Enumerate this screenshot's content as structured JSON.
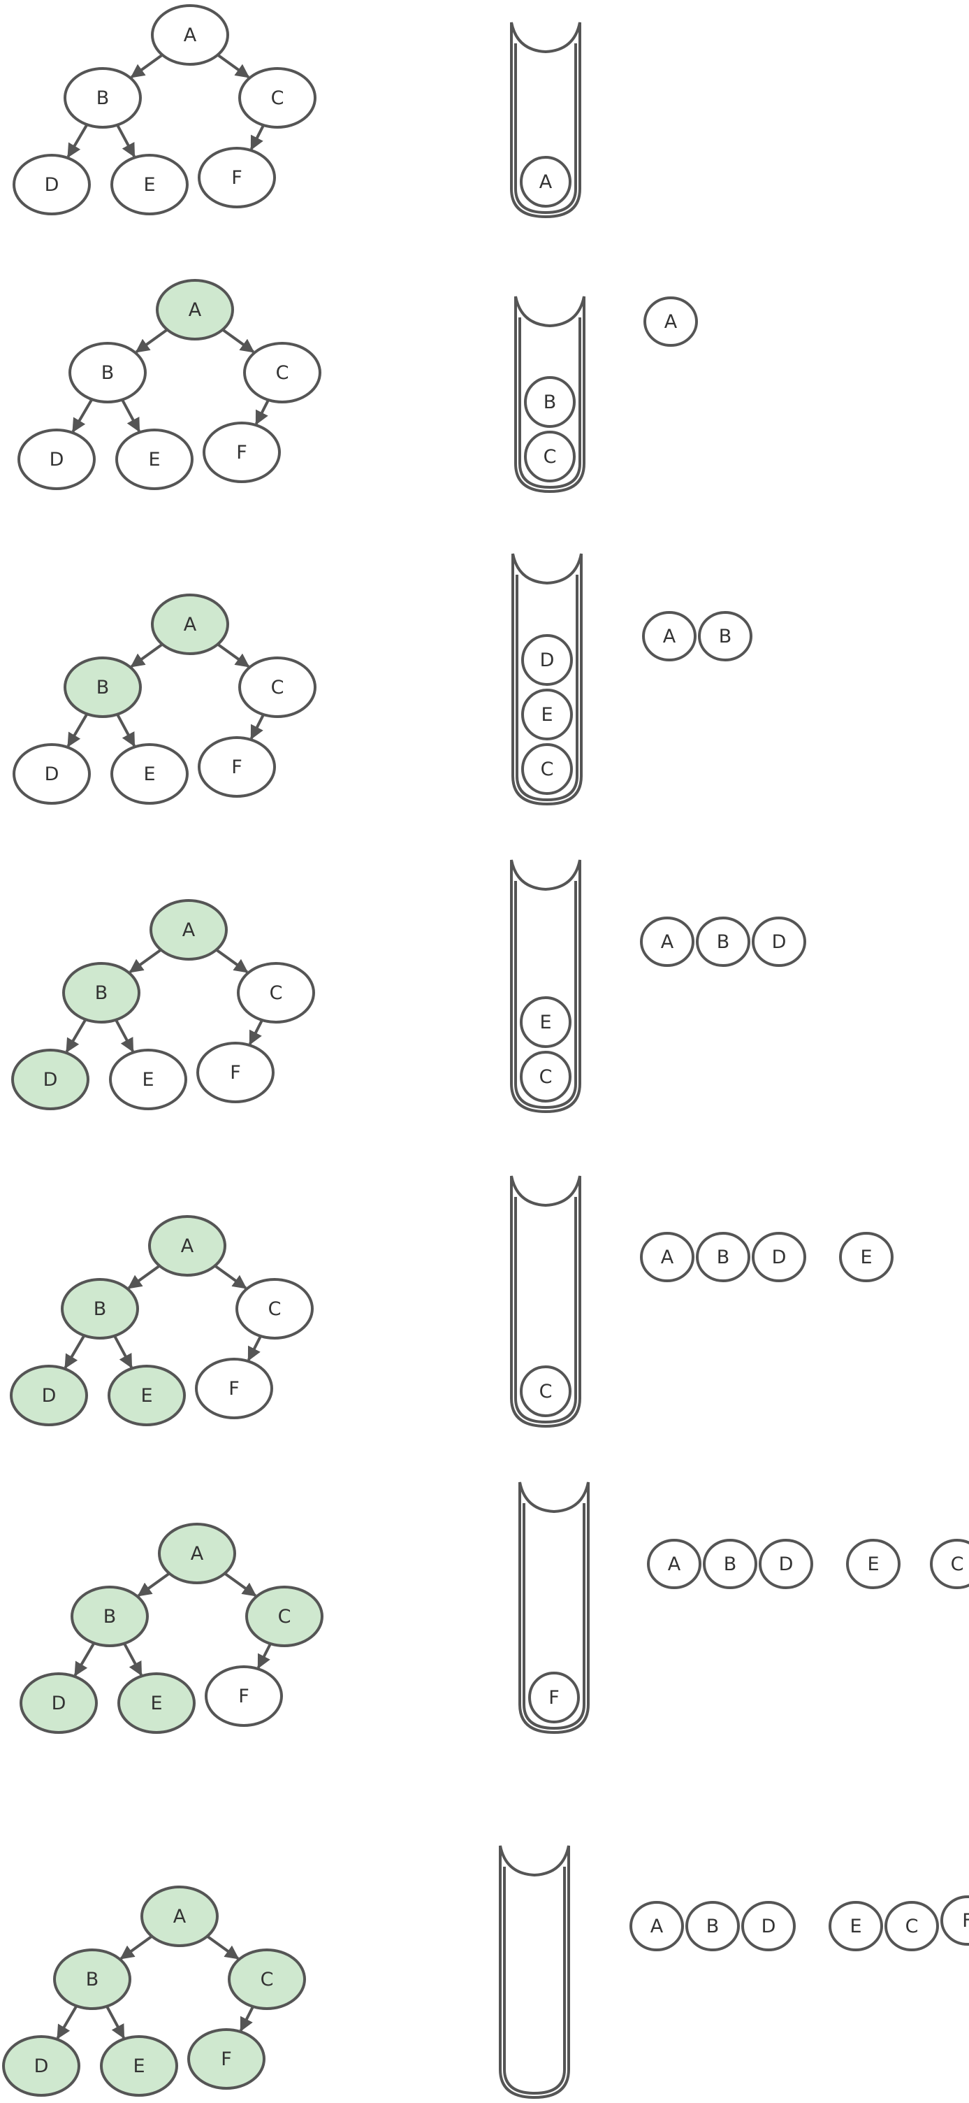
{
  "colors": {
    "visited": "#cfe8cf",
    "unvisited": "#ffffff",
    "stroke": "#555555",
    "text": "#333333"
  },
  "steps": [
    {
      "visited": [],
      "stack": [
        "A"
      ],
      "output": []
    },
    {
      "visited": [
        "A"
      ],
      "stack": [
        "B",
        "C"
      ],
      "output": [
        "A"
      ]
    },
    {
      "visited": [
        "A",
        "B"
      ],
      "stack": [
        "D",
        "E",
        "C"
      ],
      "output": [
        "A",
        "B"
      ]
    },
    {
      "visited": [
        "A",
        "B",
        "D"
      ],
      "stack": [
        "E",
        "C"
      ],
      "output": [
        "A",
        "B",
        "D"
      ]
    },
    {
      "visited": [
        "A",
        "B",
        "D",
        "E"
      ],
      "stack": [
        "C"
      ],
      "output": [
        "A",
        "B",
        "D",
        "E"
      ]
    },
    {
      "visited": [
        "A",
        "B",
        "D",
        "E",
        "C"
      ],
      "stack": [
        "F"
      ],
      "output": [
        "A",
        "B",
        "D",
        "E",
        "C"
      ]
    },
    {
      "visited": [
        "A",
        "B",
        "D",
        "E",
        "C",
        "F"
      ],
      "stack": [],
      "output": [
        "A",
        "B",
        "D",
        "E",
        "C",
        "F"
      ]
    }
  ]
}
